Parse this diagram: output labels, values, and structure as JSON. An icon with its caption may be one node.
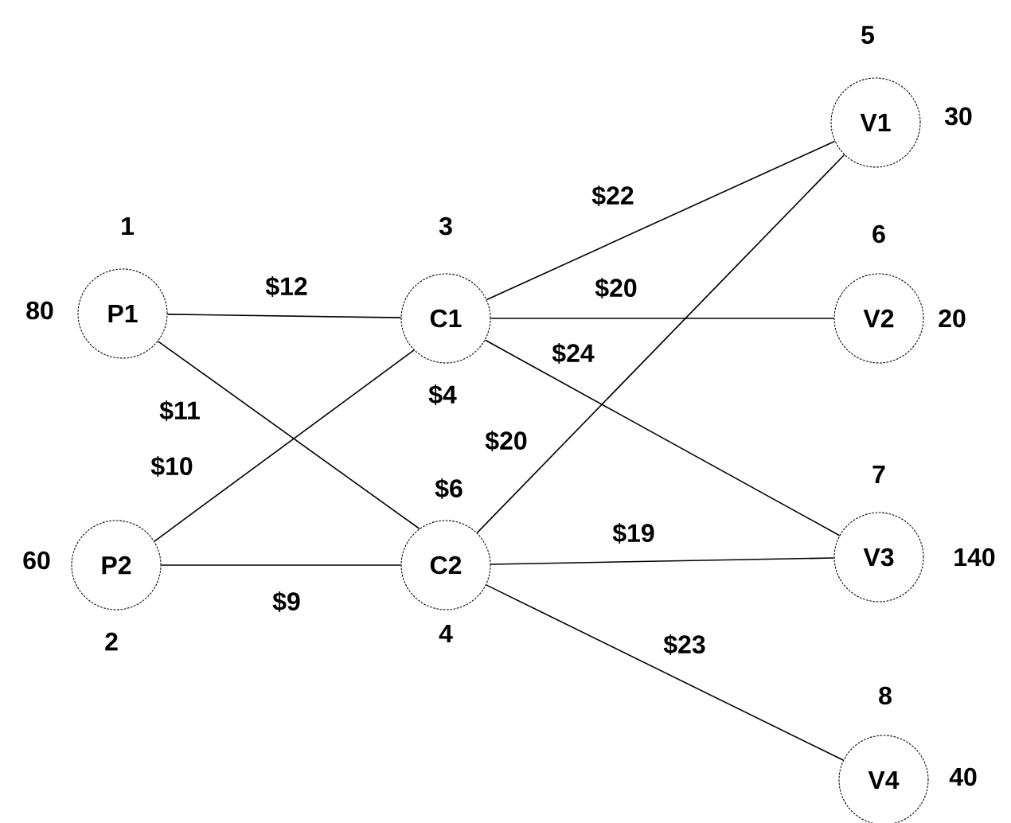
{
  "diagram": {
    "nodes": [
      {
        "text": [
          "P1"
        ],
        "beside": [
          "1",
          "80"
        ]
      },
      {
        "text": [
          "P2"
        ],
        "beside": [
          "60",
          "2"
        ]
      },
      {
        "text": [
          "C1"
        ],
        "beside": [
          "3"
        ]
      },
      {
        "text": [
          "C2"
        ],
        "beside": [
          "4"
        ]
      },
      {
        "text": [
          "V1"
        ],
        "beside": [
          "5",
          "30"
        ]
      },
      {
        "text": [
          "V2"
        ],
        "beside": [
          "6",
          "20"
        ]
      },
      {
        "text": [
          "V3"
        ],
        "beside": [
          "7",
          "140"
        ]
      },
      {
        "text": [
          "V4"
        ],
        "beside": [
          "8",
          "40"
        ]
      }
    ],
    "edges": [
      {
        "from": 0,
        "to": 2,
        "arrow": "none",
        "label": "$12"
      },
      {
        "from": 0,
        "to": 3,
        "arrow": "none",
        "label": "$11"
      },
      {
        "from": 1,
        "to": 2,
        "arrow": "none",
        "label": "$10"
      },
      {
        "from": 1,
        "to": 3,
        "arrow": "none",
        "label": "$9"
      },
      {
        "from": 2,
        "to": 4,
        "arrow": "none",
        "label": "$22"
      },
      {
        "from": 2,
        "to": 5,
        "arrow": "none",
        "label": "$20"
      },
      {
        "from": 2,
        "to": 6,
        "arrow": "none",
        "label": "$24"
      },
      {
        "from": 3,
        "to": 4,
        "arrow": "none",
        "label": "$20"
      },
      {
        "from": 3,
        "to": 6,
        "arrow": "none",
        "label": "$19"
      },
      {
        "from": 3,
        "to": 7,
        "arrow": "none",
        "label": "$23"
      }
    ],
    "labels": [
      "$4",
      "$6"
    ]
  }
}
